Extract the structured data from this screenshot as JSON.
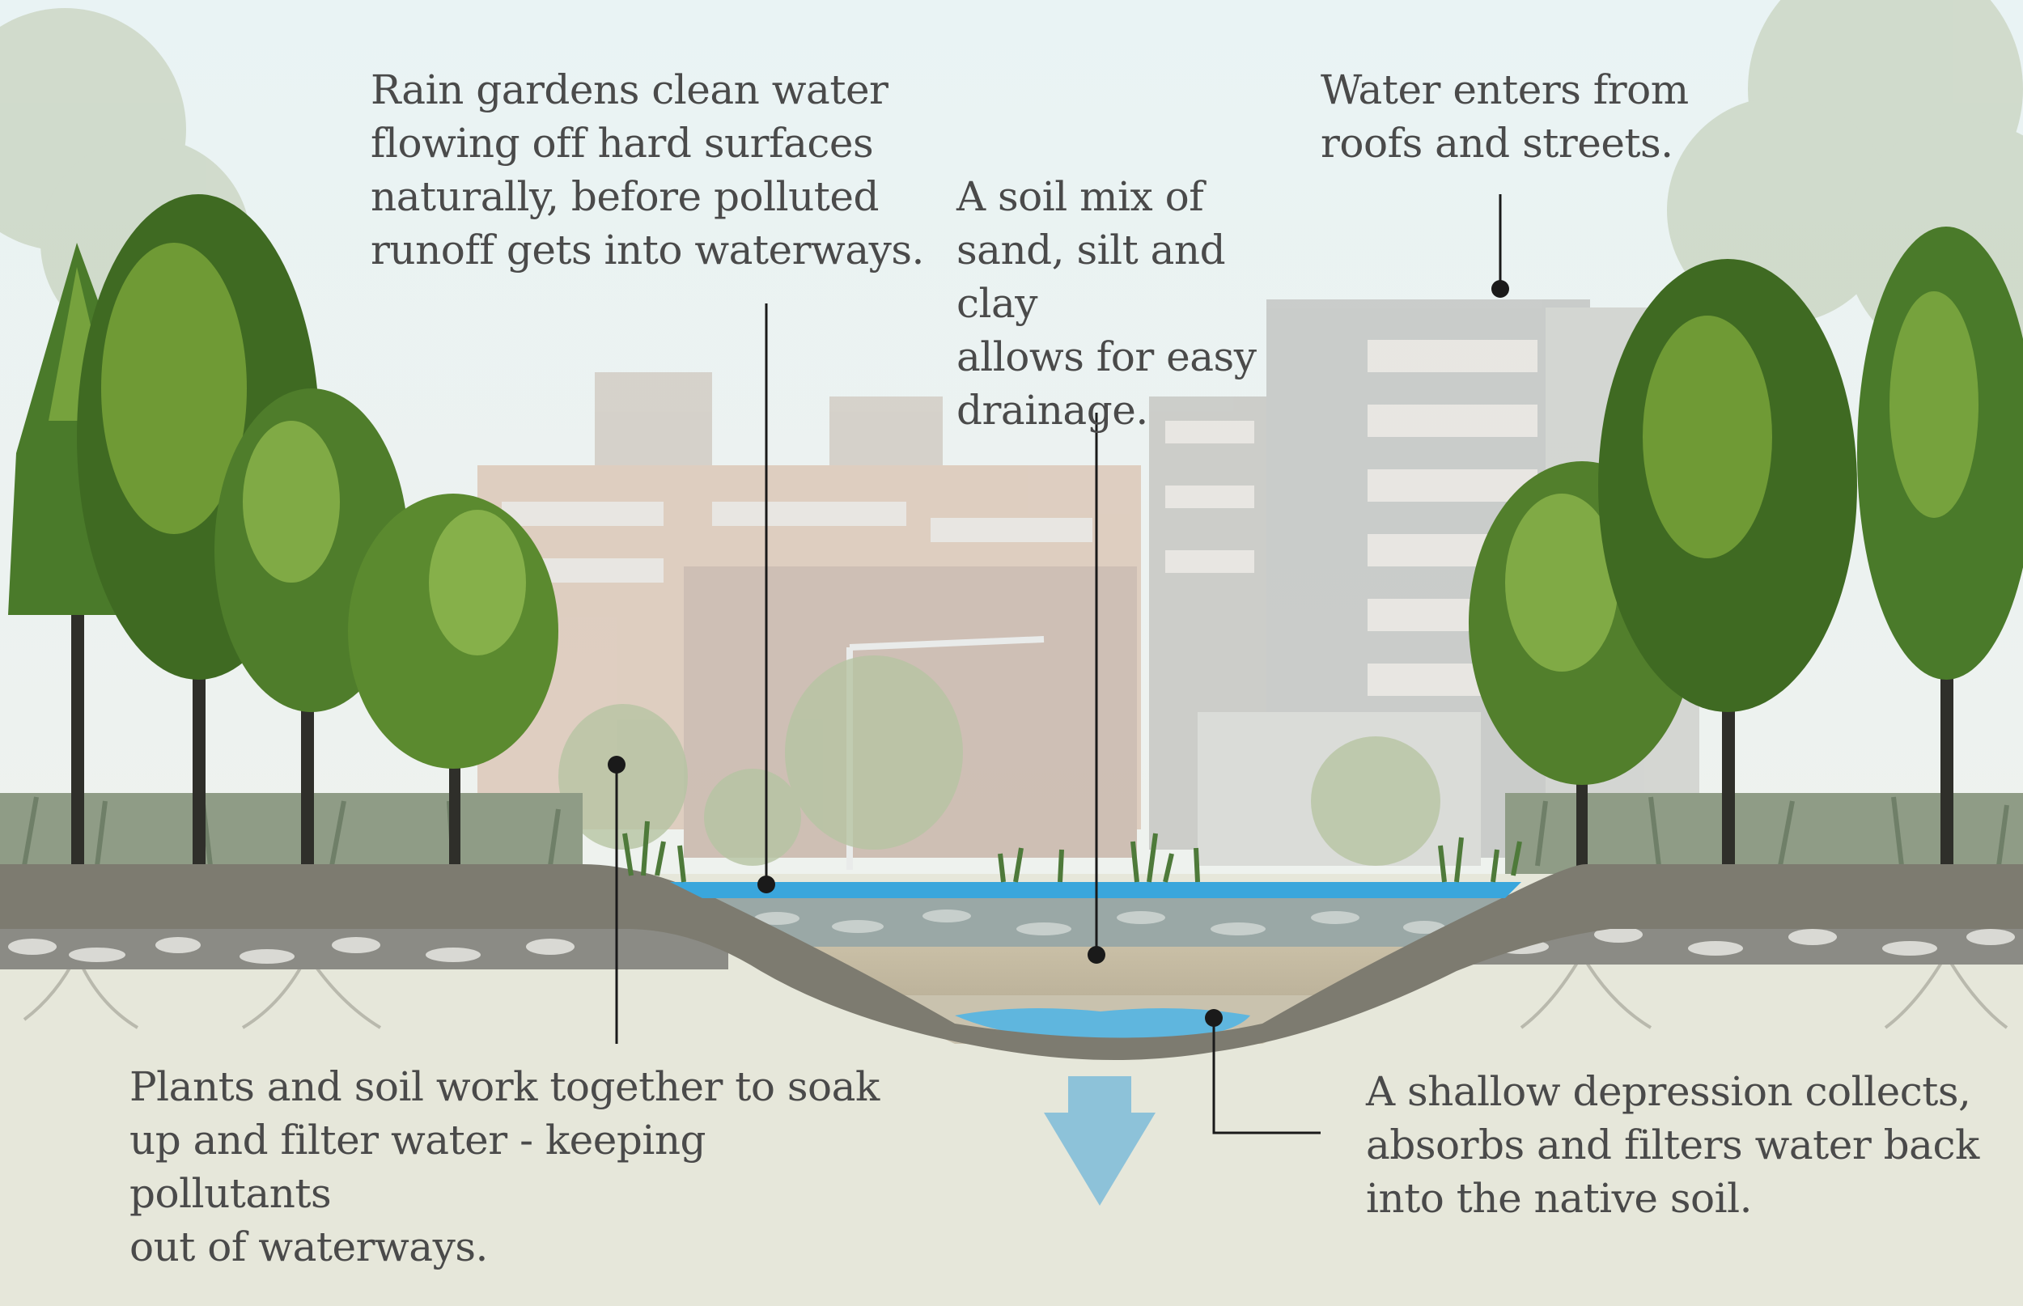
{
  "annotations": {
    "rain_gardens": "Rain gardens clean water\nflowing off hard surfaces\nnaturally, before polluted\nrunoff gets into waterways.",
    "water_enters": "Water enters from\nroofs and streets.",
    "soil_mix": "A soil mix of\nsand, silt and clay\nallows for easy\ndrainage.",
    "plants_soil": "Plants and soil work together to soak\nup and filter water - keeping pollutants\nout of waterways.",
    "depression": "A shallow depression collects,\nabsorbs and filters water back\ninto the native soil."
  },
  "colors": {
    "sky": "#edf3f3",
    "ground_surface": "#7d7b70",
    "native_soil": "#e6e7da",
    "water": "#3aa6dc",
    "arrow": "#8dc2d9",
    "tree_dark": "#3f6a22",
    "tree_light": "#6f9a35",
    "building": "#c9c9c4",
    "text": "#4a4a4a",
    "leader": "#1a1a1a"
  }
}
